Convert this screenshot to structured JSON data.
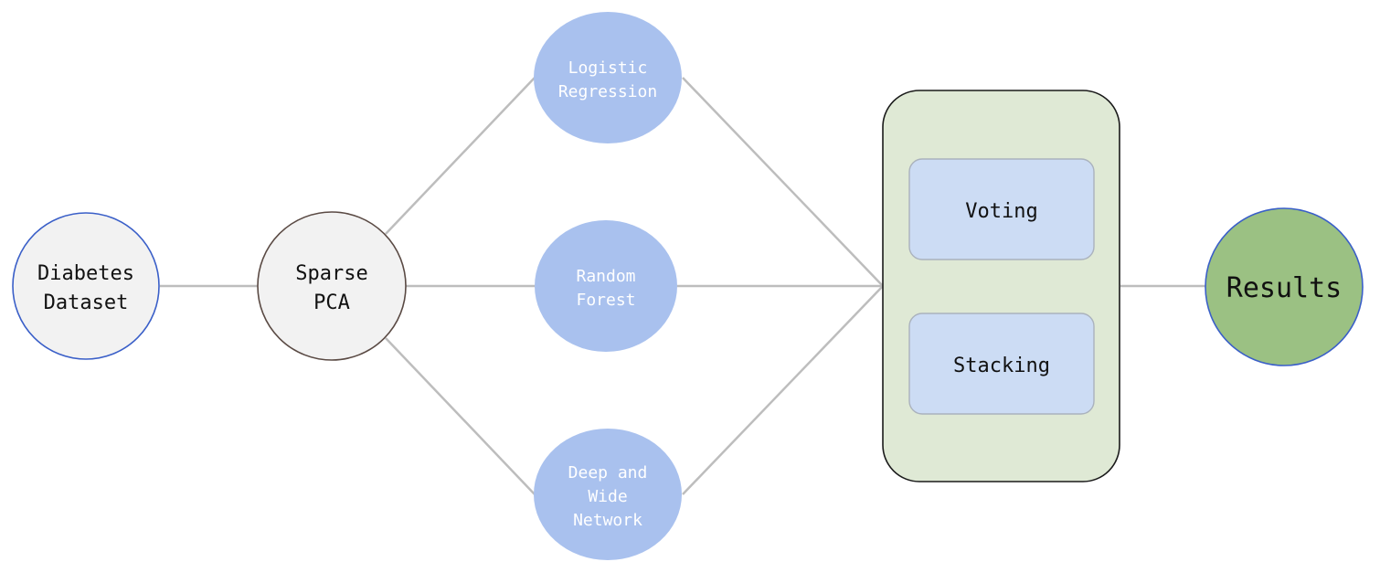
{
  "nodes": {
    "dataset": {
      "lines": [
        "Diabetes",
        "Dataset"
      ]
    },
    "spca": {
      "lines": [
        "Sparse",
        "PCA"
      ]
    },
    "logreg": {
      "lines": [
        "Logistic",
        "Regression"
      ]
    },
    "rf": {
      "lines": [
        "Random",
        "Forest"
      ]
    },
    "dwn": {
      "lines": [
        "Deep and",
        "Wide",
        "Network"
      ]
    },
    "voting": {
      "label": "Voting"
    },
    "stacking": {
      "label": "Stacking"
    },
    "results": {
      "label": "Results"
    }
  },
  "colors": {
    "edge": "#bdbdbd",
    "gray_fill": "#f2f2f2",
    "model_fill": "#a9c1ee",
    "ensemble_fill": "#dfe9d5",
    "method_fill": "#ccdcf4",
    "results_fill": "#9bc183"
  }
}
